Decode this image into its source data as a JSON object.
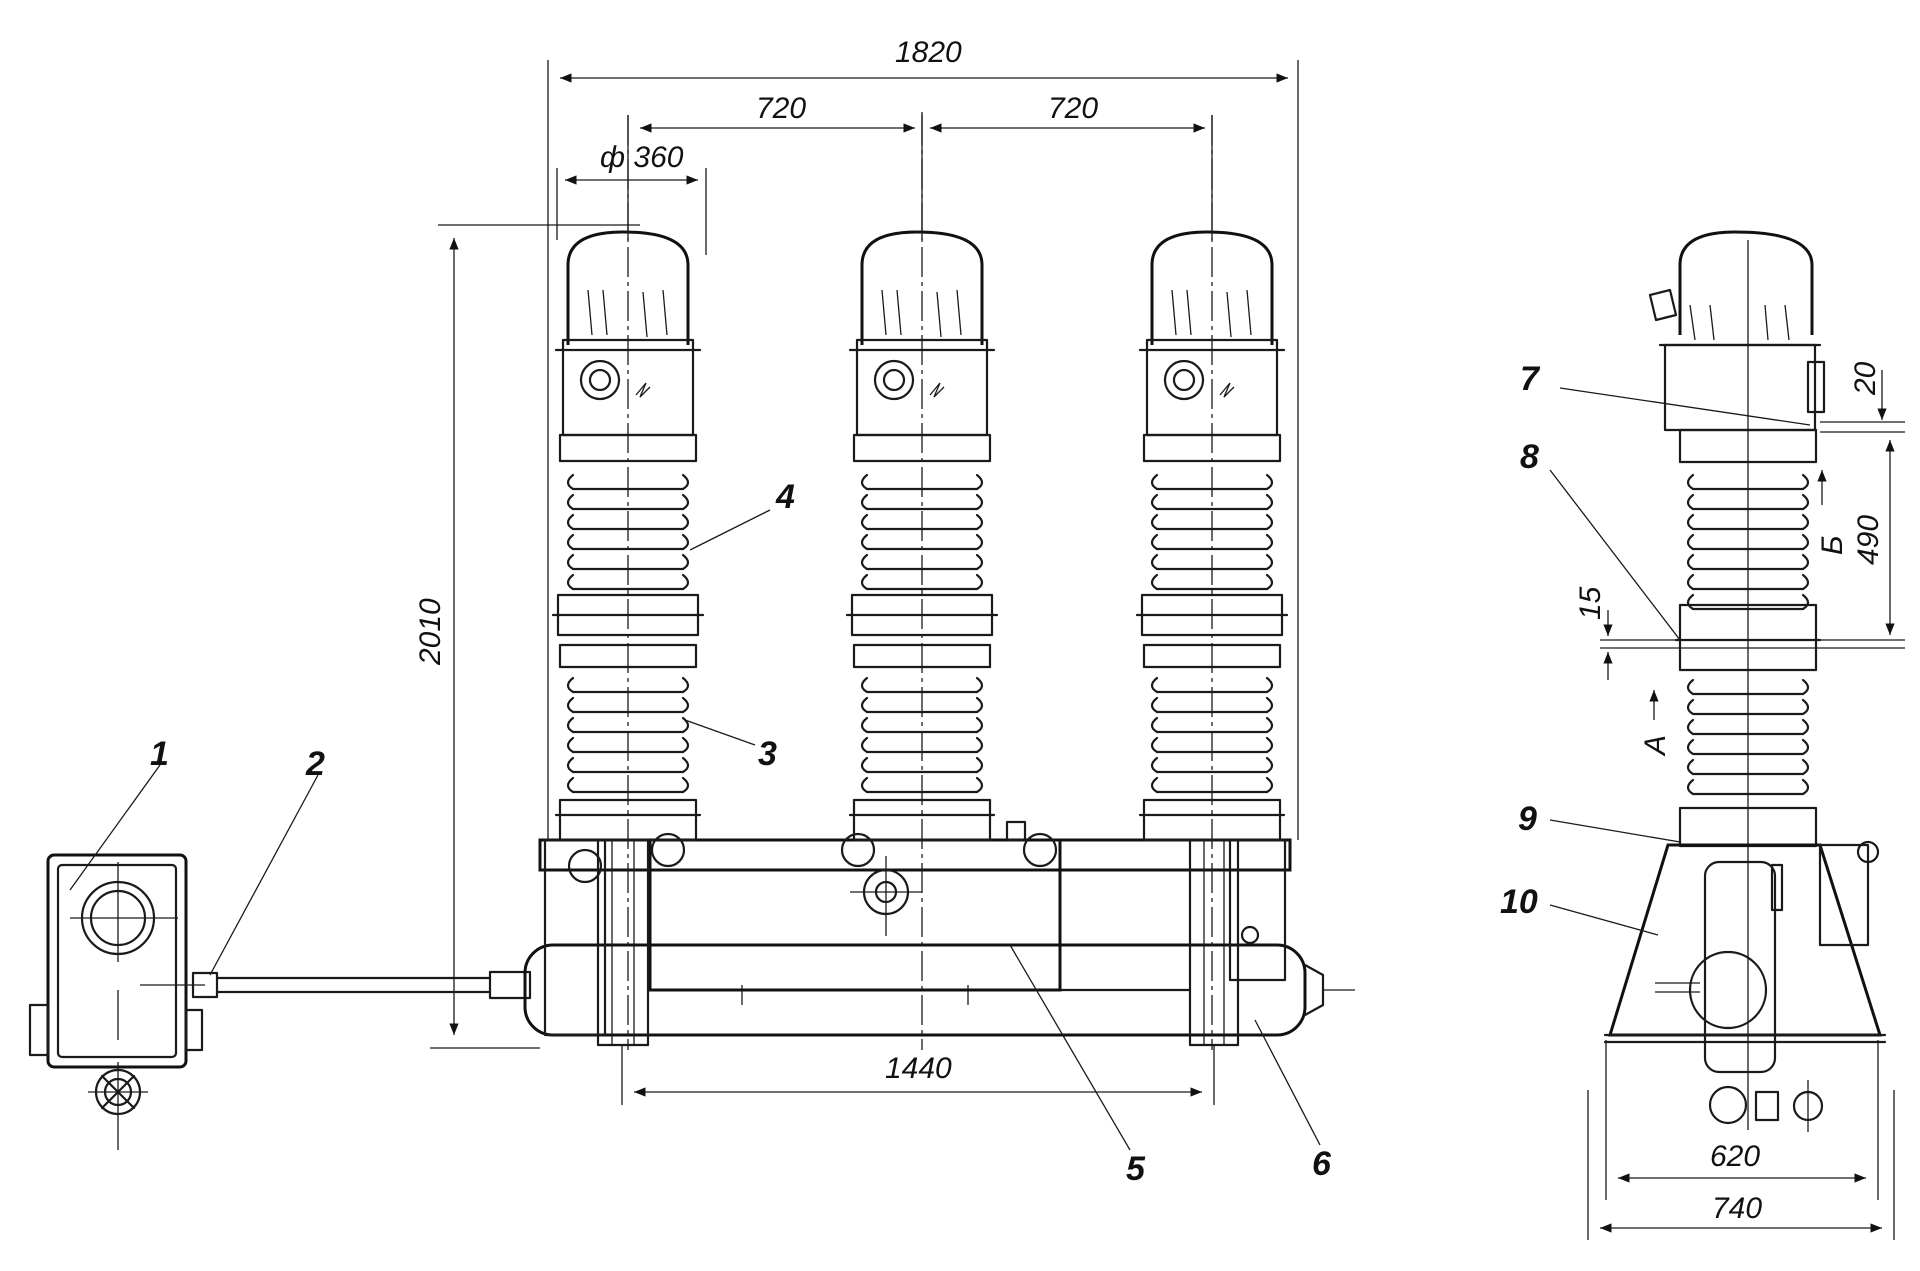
{
  "dimensions": {
    "overall_width": "1820",
    "pole_spacing_left": "720",
    "pole_spacing_right": "720",
    "diameter": "ф 360",
    "height": "2010",
    "base_span": "1440",
    "side_gap_top": "20",
    "side_segment": "490",
    "side_gap_small": "15",
    "side_base_inner": "620",
    "side_base_outer": "740",
    "view_arrow_a": "А",
    "view_arrow_b": "Б"
  },
  "callouts": [
    "1",
    "2",
    "3",
    "4",
    "5",
    "6",
    "7",
    "8",
    "9",
    "10"
  ],
  "colors": {
    "ink": "#1a1a1a",
    "paper": "#ffffff"
  }
}
